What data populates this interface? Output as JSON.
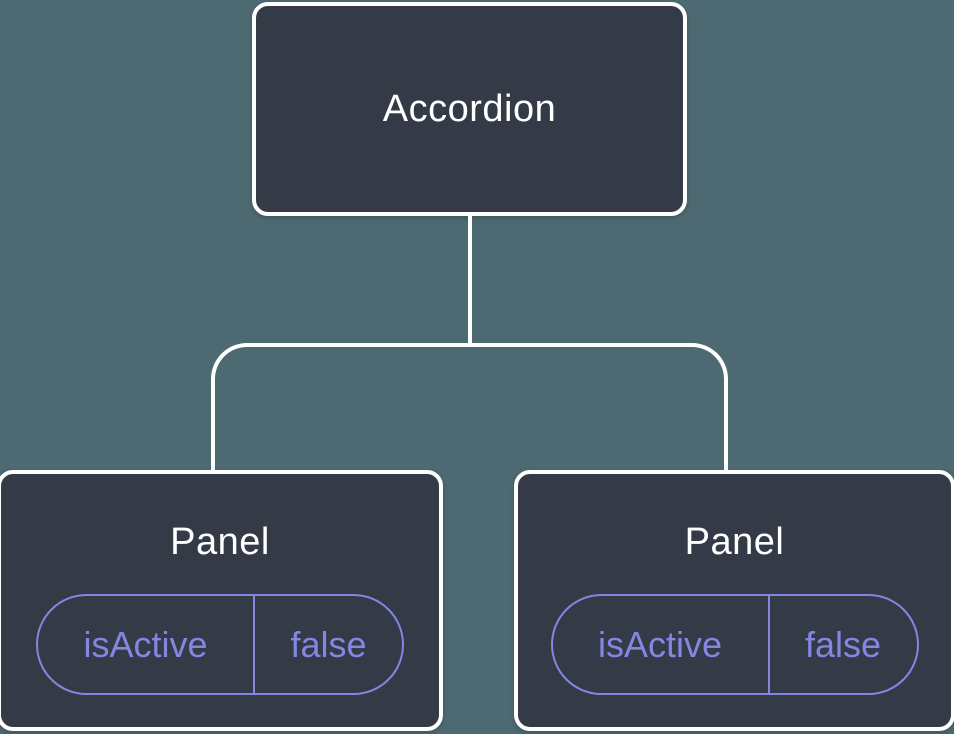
{
  "colors": {
    "background": "#4d6971",
    "node_fill": "#343a46",
    "node_border": "#ffffff",
    "connector": "#ffffff",
    "accent": "#8287e3"
  },
  "tree": {
    "root": {
      "label": "Accordion"
    },
    "children": [
      {
        "label": "Panel",
        "prop": {
          "name": "isActive",
          "value": "false"
        }
      },
      {
        "label": "Panel",
        "prop": {
          "name": "isActive",
          "value": "false"
        }
      }
    ]
  }
}
